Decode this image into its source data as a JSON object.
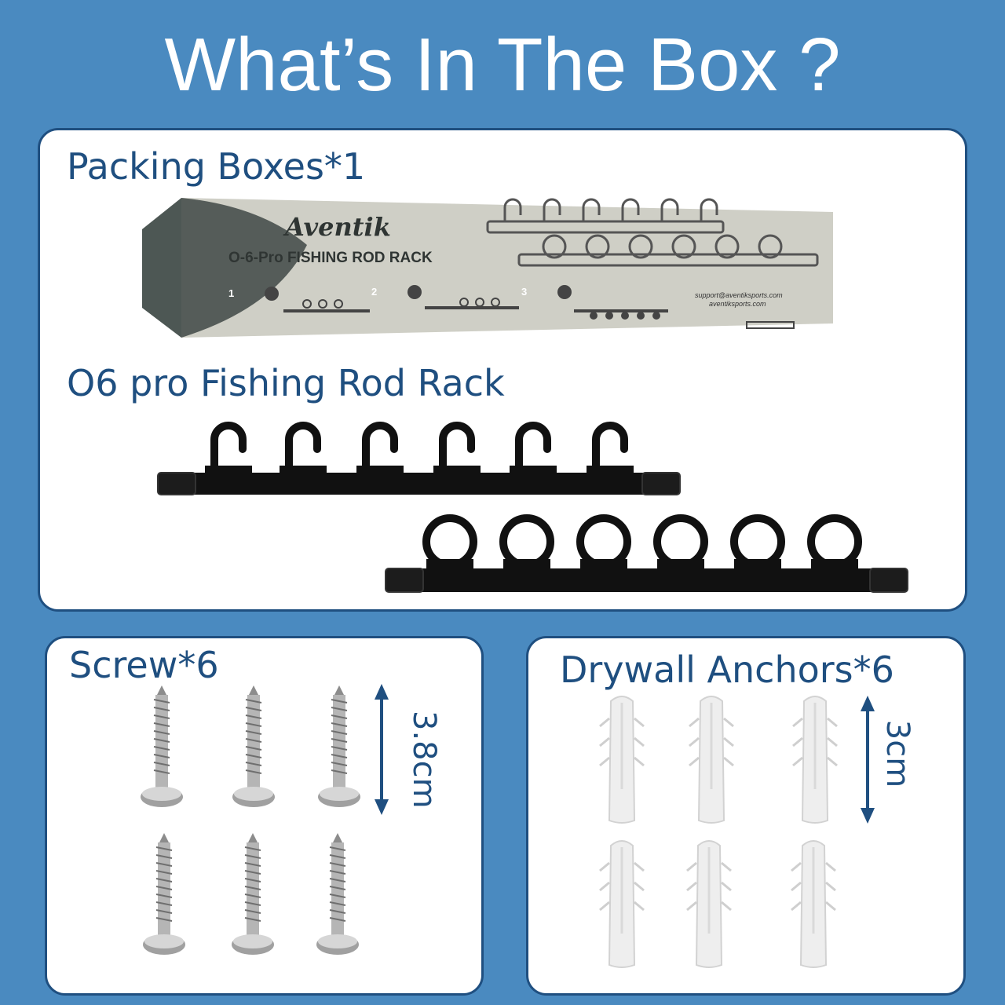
{
  "page": {
    "title": "What’s In The Box ?"
  },
  "colors": {
    "background": "#4a8ac0",
    "panel": "#ffffff",
    "accent": "#1f4f80"
  },
  "packing": {
    "label": "Packing Boxes*1",
    "box": {
      "brand": "Aventik",
      "product": "O-6-Pro FISHING ROD RACK",
      "steps": [
        "1",
        "2",
        "3"
      ],
      "support_email": "support@aventiksports.com",
      "website": "aventiksports.com"
    }
  },
  "rack": {
    "label": "O6 pro Fishing Rod Rack"
  },
  "screws": {
    "label": "Screw*6",
    "length": "3.8cm"
  },
  "anchors": {
    "label": "Drywall Anchors*6",
    "length": "3cm"
  }
}
